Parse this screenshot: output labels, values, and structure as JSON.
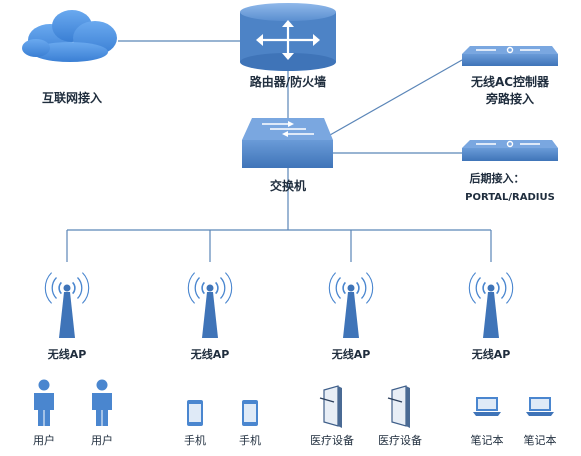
{
  "colors": {
    "line": "#5b86b8",
    "device": "#5b8fd0",
    "device_dark": "#3f74b8",
    "cloud": "#4a90e2",
    "text": "#1f2d3d"
  },
  "internet": {
    "label": "互联网接入",
    "icon": "cloud-icon"
  },
  "router": {
    "label": "路由器/防火墙",
    "icon": "router-icon"
  },
  "switch": {
    "label": "交换机",
    "icon": "switch-icon"
  },
  "ac_controller": {
    "label_line1": "无线AC控制器",
    "label_line2": "旁路接入",
    "icon": "controller-icon"
  },
  "portal": {
    "label_line1": "后期接入：",
    "label_line2": "PORTAL/RADIUS",
    "icon": "server-icon"
  },
  "access_points": [
    {
      "label": "无线AP",
      "icon": "wireless-ap-icon"
    },
    {
      "label": "无线AP",
      "icon": "wireless-ap-icon"
    },
    {
      "label": "无线AP",
      "icon": "wireless-ap-icon"
    },
    {
      "label": "无线AP",
      "icon": "wireless-ap-icon"
    }
  ],
  "clients": [
    {
      "label": "用户",
      "icon": "user-icon"
    },
    {
      "label": "用户",
      "icon": "user-icon"
    },
    {
      "label": "手机",
      "icon": "phone-icon"
    },
    {
      "label": "手机",
      "icon": "phone-icon"
    },
    {
      "label": "医疗设备",
      "icon": "medical-device-icon"
    },
    {
      "label": "医疗设备",
      "icon": "medical-device-icon"
    },
    {
      "label": "笔记本",
      "icon": "laptop-icon"
    },
    {
      "label": "笔记本",
      "icon": "laptop-icon"
    }
  ]
}
